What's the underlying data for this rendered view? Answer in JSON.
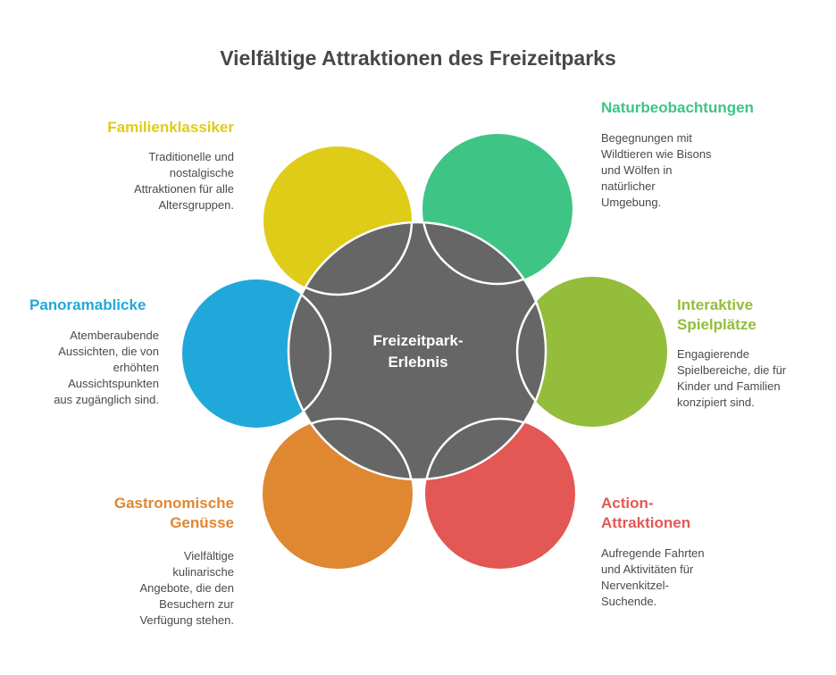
{
  "title": "Vielfältige Attraktionen des Freizeitparks",
  "center": {
    "label": "Freizeitpark-\nErlebnis",
    "color": "#666666"
  },
  "items": [
    {
      "id": "familienklassiker",
      "title": "Familienklassiker",
      "description": "Traditionelle und\nnostalgische\nAttraktionen für alle\nAltersgruppen.",
      "color": "#dfcc19"
    },
    {
      "id": "naturbeobachtungen",
      "title": "Naturbeobachtungen",
      "description": "Begegnungen mit\nWildtieren wie Bisons\nund Wölfen in\nnatürlicher\nUmgebung.",
      "color": "#3ec585"
    },
    {
      "id": "panoramablicke",
      "title": "Panoramablicke",
      "description": "Atemberaubende\nAussichten, die von\nerhöhten\nAussichtspunkten\naus zugänglich sind.",
      "color": "#21a8da"
    },
    {
      "id": "interaktive-spielplaetze",
      "title": "Interaktive\nSpielplätze",
      "description": "Engagierende\nSpielbereiche, die für\nKinder und Familien\nkonzipiert sind.",
      "color": "#94bd3b"
    },
    {
      "id": "gastronomische-genuesse",
      "title": "Gastronomische\nGenüsse",
      "description": "Vielfältige\nkulinarische\nAngebote, die den\nBesuchern zur\nVerfügung stehen.",
      "color": "#df8731"
    },
    {
      "id": "action-attraktionen",
      "title": "Action-\nAttraktionen",
      "description": "Aufregende Fahrten\nund Aktivitäten für\nNervenkitzel-\nSuchende.",
      "color": "#e35754"
    }
  ]
}
